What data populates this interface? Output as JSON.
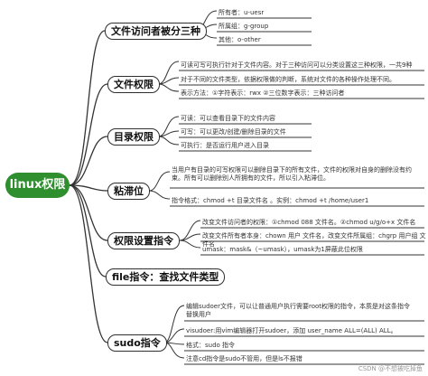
{
  "root": {
    "label": "linux权限"
  },
  "branches": {
    "file_access": {
      "label": "文件访问者被分三种",
      "items": [
        "所有者：u-uesr",
        "所属组：g-group",
        "其他：o-other"
      ]
    },
    "file_perm": {
      "label": "文件权限",
      "items": [
        "可读可写可执行针对于文件内容。对于三种访问可以分类设置这三种权限，一共9种",
        "对于不同的文件类型，依据权限做的判断，系统对文件的各种操作处理不同。",
        "表示方法：①字符表示：rwx ②三位数字表示：三种访问者"
      ]
    },
    "dir_perm": {
      "label": "目录权限",
      "items": [
        "可读：可以查看目录下的文件内容",
        "可写：可以更改/创建/删除目录的文件",
        "可执行：是否运行用户进入目录"
      ]
    },
    "sticky": {
      "label": "粘滞位",
      "items": [
        "当用户有目录的可写权限可以删除目录下的所有文件，文件的权限对自身的删除没有约束。所有可以删除别人所拥有的文件，所以引入粘滞位。",
        "指令格式：chmod  +t 目录文件名 。实例：chmod +t /home/user1"
      ]
    },
    "perm_cmd": {
      "label": "权限设置指令",
      "items": [
        "改变文件访问者的权限：①chmod 088 文件名。②chmod  u/g/o+x 文件名",
        "改变文件所有者本身：chown 用户 文件名，改变文件所属组：chgrp 用户组 文件名",
        "umask：mask&（~umask），umask为1屏蔽此位权限"
      ]
    },
    "file_cmd": {
      "label": "file指令：查找文件类型"
    },
    "sudo": {
      "label": "sudo指令",
      "items": [
        "编辑sudoer文件，可以让普通用户执行需要root权限的指令，本质是对这条指令替换用户",
        "visudoer:用vim编辑器打开sudoer，添加 user_name ALL=(ALL)  ALL。",
        "格式：sudo 指令",
        "注意cd指令是sudo不管用，但是ls不报错"
      ]
    }
  },
  "watermark": "CSDN @不想被吃掉鱼"
}
